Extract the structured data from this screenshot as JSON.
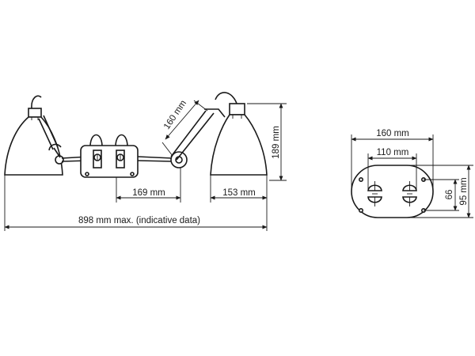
{
  "dimensions": {
    "arm_length": "160 mm",
    "shade_height": "189 mm",
    "arm_reach": "169 mm",
    "shade_width": "153 mm",
    "total_width": "898 mm max. (indicative data)",
    "plate_width": "160 mm",
    "plate_hole_spacing": "110 mm",
    "plate_inner_height": "66",
    "plate_height": "95 mm"
  }
}
